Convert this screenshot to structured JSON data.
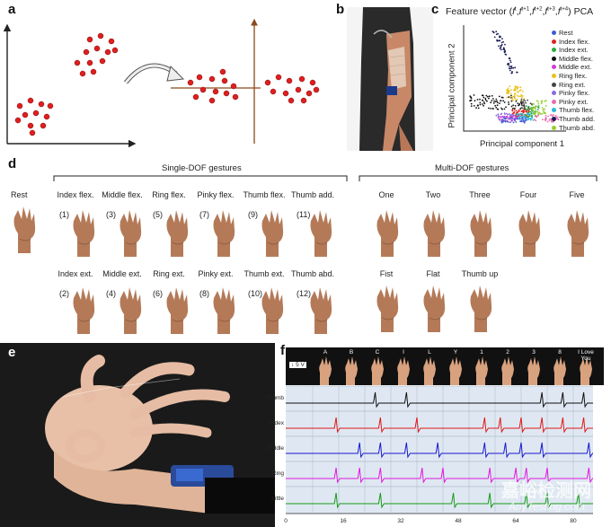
{
  "panels": {
    "a": "a",
    "b": "b",
    "c": "c",
    "d": "d",
    "e": "e",
    "f": "f"
  },
  "c": {
    "title_prefix": "Feature vector (",
    "title_math": "f",
    "title_sups": [
      "t",
      "t+1",
      "t+2",
      "t+3",
      "t+4"
    ],
    "title_suffix": ") PCA",
    "ylabel": "Principal component 2",
    "xlabel": "Principal component 1",
    "legend": [
      {
        "label": "Rest",
        "color": "#3b5bd6"
      },
      {
        "label": "Index flex.",
        "color": "#e02020"
      },
      {
        "label": "Index ext.",
        "color": "#2eaa3e"
      },
      {
        "label": "Middle flex.",
        "color": "#111111"
      },
      {
        "label": "Middle ext.",
        "color": "#d43bd4"
      },
      {
        "label": "Ring flex.",
        "color": "#e8c21a"
      },
      {
        "label": "Ring ext.",
        "color": "#444444"
      },
      {
        "label": "Pinky flex.",
        "color": "#8a6be0"
      },
      {
        "label": "Pinky ext.",
        "color": "#e86bb0"
      },
      {
        "label": "Thumb flex.",
        "color": "#29b9d6"
      },
      {
        "label": "Thumb add.",
        "color": "#1a1a5a"
      },
      {
        "label": "Thumb abd.",
        "color": "#9acd32"
      }
    ]
  },
  "d": {
    "single_header": "Single-DOF gestures",
    "multi_header": "Multi-DOF gestures",
    "rest_label": "Rest",
    "single_top": [
      {
        "label": "Index flex.",
        "num": "(1)"
      },
      {
        "label": "Middle flex.",
        "num": "(3)"
      },
      {
        "label": "Ring flex.",
        "num": "(5)"
      },
      {
        "label": "Pinky flex.",
        "num": "(7)"
      },
      {
        "label": "Thumb flex.",
        "num": "(9)"
      },
      {
        "label": "Thumb add.",
        "num": "(11)"
      }
    ],
    "single_bottom": [
      {
        "label": "Index ext.",
        "num": "(2)"
      },
      {
        "label": "Middle ext.",
        "num": "(4)"
      },
      {
        "label": "Ring ext.",
        "num": "(6)"
      },
      {
        "label": "Pinky ext.",
        "num": "(8)"
      },
      {
        "label": "Thumb ext.",
        "num": "(10)"
      },
      {
        "label": "Thumb abd.",
        "num": "(12)"
      }
    ],
    "multi_top": [
      "One",
      "Two",
      "Three",
      "Four",
      "Five"
    ],
    "multi_bottom": [
      "Fist",
      "Flat",
      "Thumb up"
    ]
  },
  "f": {
    "scale_label": "5 V",
    "signs": [
      "A",
      "B",
      "C",
      "I",
      "L",
      "Y",
      "1",
      "2",
      "3",
      "8",
      "I Love You"
    ],
    "channels": [
      {
        "name": "Thumb",
        "color": "#111111"
      },
      {
        "name": "Index",
        "color": "#e01818"
      },
      {
        "name": "Middle",
        "color": "#1818d0"
      },
      {
        "name": "Ring",
        "color": "#e018e0"
      },
      {
        "name": "Little",
        "color": "#169a16"
      }
    ],
    "xticks": [
      "0",
      "16",
      "32",
      "48",
      "64",
      "80"
    ]
  },
  "watermark": {
    "cn": "嘉峪检测网",
    "en": "AnyTesting.com"
  }
}
